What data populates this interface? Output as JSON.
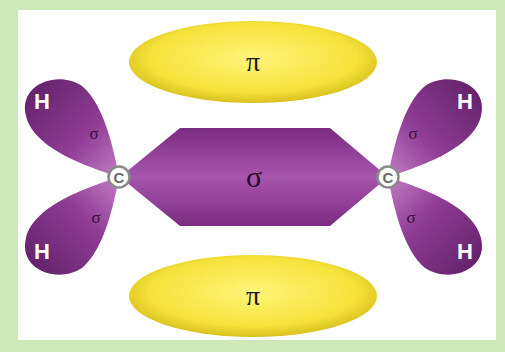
{
  "diagram": {
    "nodes": [
      {
        "text": [
          "π"
        ]
      },
      {
        "text": [
          "H",
          "σ"
        ]
      },
      {
        "text": [
          "C"
        ]
      },
      {
        "text": [
          "σ"
        ]
      },
      {
        "text": [
          "C"
        ]
      },
      {
        "text": [
          "H",
          "σ"
        ]
      },
      {
        "text": [
          "H",
          "σ"
        ]
      },
      {
        "text": [
          "H",
          "σ"
        ]
      },
      {
        "text": [
          "π"
        ]
      }
    ]
  }
}
